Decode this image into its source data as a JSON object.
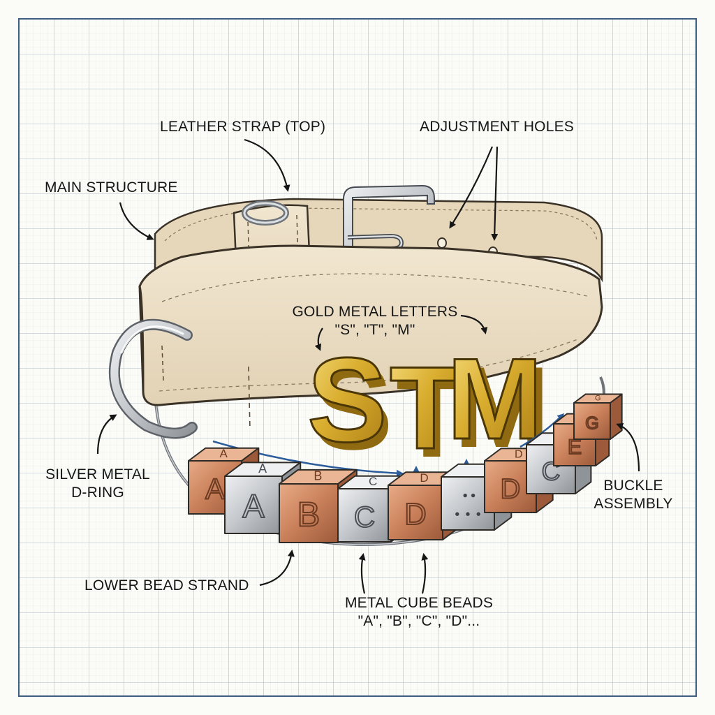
{
  "labels": {
    "leather_strap": "LEATHER STRAP (TOP)",
    "adjustment_holes": "ADJUSTMENT HOLES",
    "main_structure": "MAIN STRUCTURE",
    "gold_letters_line1": "GOLD METAL LETTERS",
    "gold_letters_line2": "\"S\", \"T\", \"M\"",
    "d_ring_line1": "SILVER METAL",
    "d_ring_line2": "D-RING",
    "buckle_line1": "BUCKLE",
    "buckle_line2": "ASSEMBLY",
    "lower_strand": "LOWER BEAD STRAND",
    "cube_beads_line1": "METAL CUBE BEADS",
    "cube_beads_line2": "\"A\", \"B\", \"C\", \"D\"..."
  },
  "letters": [
    "S",
    "T",
    "M"
  ],
  "beads": [
    {
      "letter": "A",
      "metal": "copper"
    },
    {
      "letter": "A",
      "metal": "silver"
    },
    {
      "letter": "B",
      "metal": "copper"
    },
    {
      "letter": "C",
      "metal": "silver"
    },
    {
      "letter": "D",
      "metal": "copper"
    },
    {
      "letter": "",
      "metal": "silver"
    },
    {
      "letter": "D",
      "metal": "copper"
    },
    {
      "letter": "C",
      "metal": "silver"
    },
    {
      "letter": "E",
      "metal": "copper"
    },
    {
      "letter": "G",
      "metal": "copper"
    }
  ],
  "colors": {
    "leather": "#e9dcc3",
    "gold": "#d9ad2e",
    "silver": "#c3c6ca",
    "copper": "#c9805a",
    "grid": "#aebbc8",
    "arrow_blue": "#2c5d9a"
  }
}
